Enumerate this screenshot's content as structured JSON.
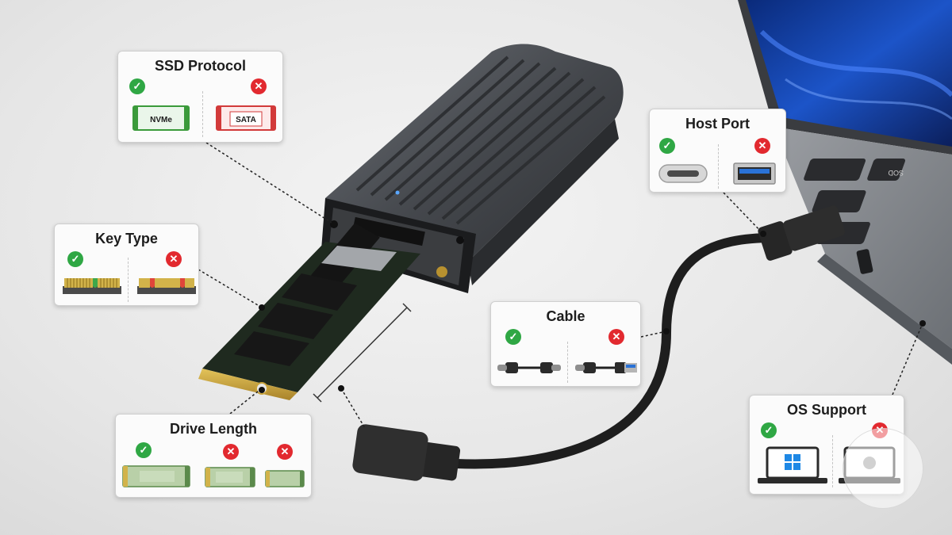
{
  "callouts": {
    "ssd_protocol": {
      "title": "SSD Protocol",
      "supported": {
        "label": "NVMe",
        "status": "supported",
        "icon": "check-icon"
      },
      "unsupported": {
        "label": "SATA",
        "status": "unsupported",
        "icon": "cross-icon"
      }
    },
    "key_type": {
      "title": "Key Type",
      "supported": {
        "key": "M-key",
        "status": "supported"
      },
      "unsupported": {
        "key": "B+M key",
        "status": "unsupported"
      }
    },
    "drive_length": {
      "title": "Drive Length",
      "options": [
        {
          "size": "long",
          "status": "supported"
        },
        {
          "size": "medium",
          "status": "unsupported"
        },
        {
          "size": "short",
          "status": "unsupported"
        }
      ]
    },
    "host_port": {
      "title": "Host Port",
      "supported": {
        "port": "USB-C",
        "status": "supported"
      },
      "unsupported": {
        "port": "USB-A",
        "status": "unsupported"
      }
    },
    "cable": {
      "title": "Cable",
      "supported": {
        "cable": "USB-C to USB-C",
        "status": "supported"
      },
      "unsupported": {
        "cable": "USB-C to USB-A",
        "status": "unsupported"
      }
    },
    "os_support": {
      "title": "OS Support",
      "supported": {
        "os": "Windows laptop",
        "status": "supported"
      },
      "unsupported": {
        "os": "other laptop",
        "status": "unsupported"
      }
    }
  },
  "keyboard": {
    "key_label": "SOD"
  },
  "colors": {
    "supported": "#2fa744",
    "unsupported": "#e2292f",
    "enclosure": "#4a4d52",
    "pcb": "#1f2a1f",
    "gold_contacts": "#c9a33a",
    "cable": "#1e1e1e",
    "usb_a_tongue": "#2a72d6"
  }
}
